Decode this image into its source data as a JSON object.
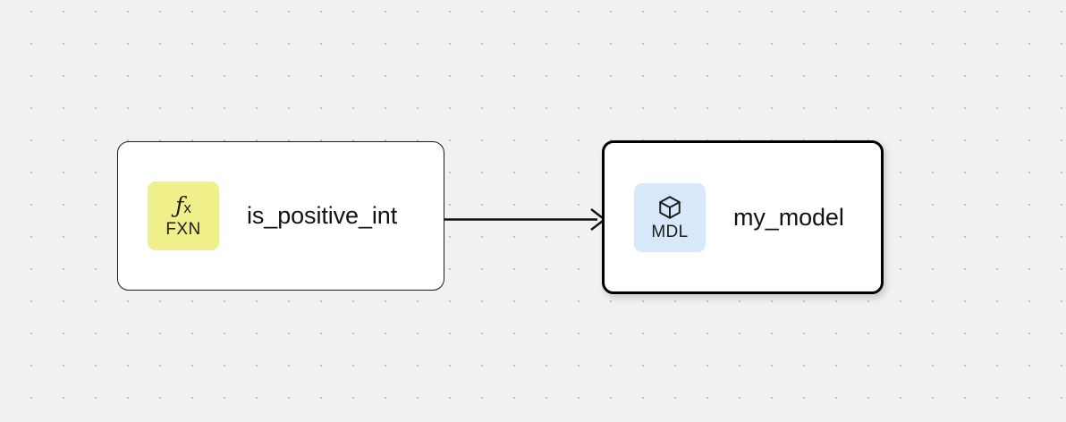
{
  "canvas": {
    "background_color": "#f1f1f1",
    "dot_color": "#b3b3b3",
    "grid_spacing": 36
  },
  "graph": {
    "nodes": [
      {
        "id": "is_positive_int",
        "title": "is_positive_int",
        "badge": {
          "label": "FXN",
          "glyph_prefix": "ƒ",
          "glyph_suffix": "x",
          "icon": "function-icon",
          "color": "#eff08a"
        },
        "selected": false,
        "border_color": "#1b1b1b",
        "background": "#ffffff"
      },
      {
        "id": "my_model",
        "title": "my_model",
        "badge": {
          "label": "MDL",
          "icon": "cube-icon",
          "color": "#d8e8fb"
        },
        "selected": true,
        "border_color": "#000000",
        "background": "#ffffff"
      }
    ],
    "edges": [
      {
        "id": "edge-fxn-to-mdl",
        "source": "is_positive_int",
        "target": "my_model",
        "color": "#111111",
        "arrowhead": "arrow-marker"
      }
    ]
  }
}
